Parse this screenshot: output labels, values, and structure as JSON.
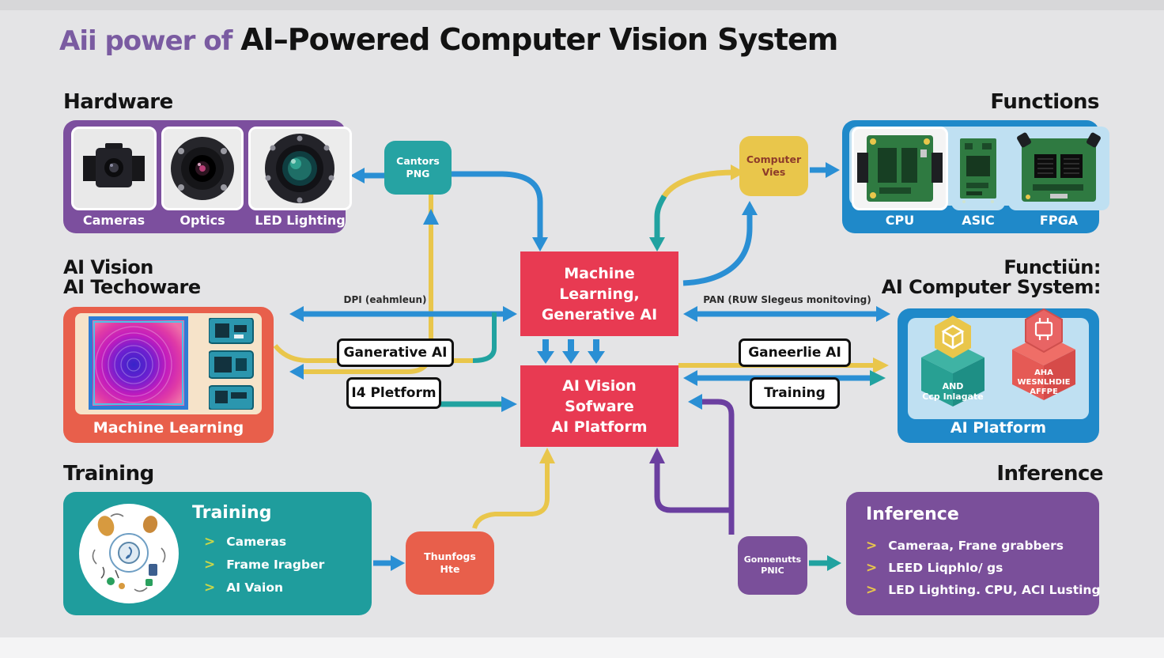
{
  "title": {
    "prefix": "Aii power of ",
    "main": "AI–Powered Computer Vision System"
  },
  "sections": {
    "hardware": {
      "heading": "Hardware",
      "items": [
        {
          "label": "Cameras"
        },
        {
          "label": "Optics"
        },
        {
          "label": "LED Lighting"
        }
      ]
    },
    "functions": {
      "heading": "Functions",
      "items": [
        {
          "label": "CPU"
        },
        {
          "label": "ASIC"
        },
        {
          "label": "FPGA"
        }
      ]
    },
    "ai_techoware": {
      "heading_line1": "AI Vision",
      "heading_line2": "AI Techoware",
      "caption": "Machine Learning"
    },
    "ai_computer_system": {
      "heading_line1": "Functiün:",
      "heading_line2": "AI Computer System:",
      "caption": "AI Platform",
      "cube_left": {
        "line1": "AND",
        "line2": "Ccp Inlagate"
      },
      "cube_right": {
        "line1": "AHA",
        "line2": "WESNLHDIE",
        "line3": "AFFPE"
      }
    },
    "training_panel": {
      "heading": "Training",
      "title": "Training",
      "bullets": [
        "Cameras",
        "Frame Iragber",
        "AI Vaion"
      ]
    },
    "inference_panel": {
      "heading": "Inference",
      "title": "Inference",
      "bullets": [
        "Cameraa, Frane grabbers",
        "LEED Liqphlo/ gs",
        "LED Lighting. CPU, ACI Lusting"
      ]
    }
  },
  "center": {
    "ml_line1": "Machine",
    "ml_line2": "Learning,",
    "ml_line3": "Generative AI",
    "vision_line1": "AI Vision",
    "vision_line2": "Sofware",
    "vision_line3": "AI Platform"
  },
  "nodes": {
    "cantors": {
      "line1": "Cantors",
      "line2": "PNG"
    },
    "computer_vies": {
      "line1": "Computer",
      "line2": "Vies"
    },
    "thunfogs": {
      "line1": "Thunfogs",
      "line2": "Hte"
    },
    "gonnenutts": {
      "line1": "Gonnenutts",
      "line2": "PNIC"
    }
  },
  "connector_labels": {
    "left_bus": "DPI (eahmleun)",
    "right_bus": "PAN (RUW Slegeus monitoving)",
    "left_tag1": "Ganerative AI",
    "left_tag2": "I4 Pletform",
    "right_tag1": "Ganeerlie AI",
    "right_tag2": "Training"
  },
  "icons": {
    "chevron": ">"
  },
  "palette": {
    "background": "#e4e4e6",
    "purple": "#7c4f9e",
    "blue": "#1f89c9",
    "teal": "#21a2a0",
    "yellow": "#e9c64b",
    "crimson": "#e83a52",
    "coral": "#e85f4b",
    "arrow_blue": "#2a8fd4",
    "arrow_purple": "#6b3fa0"
  }
}
